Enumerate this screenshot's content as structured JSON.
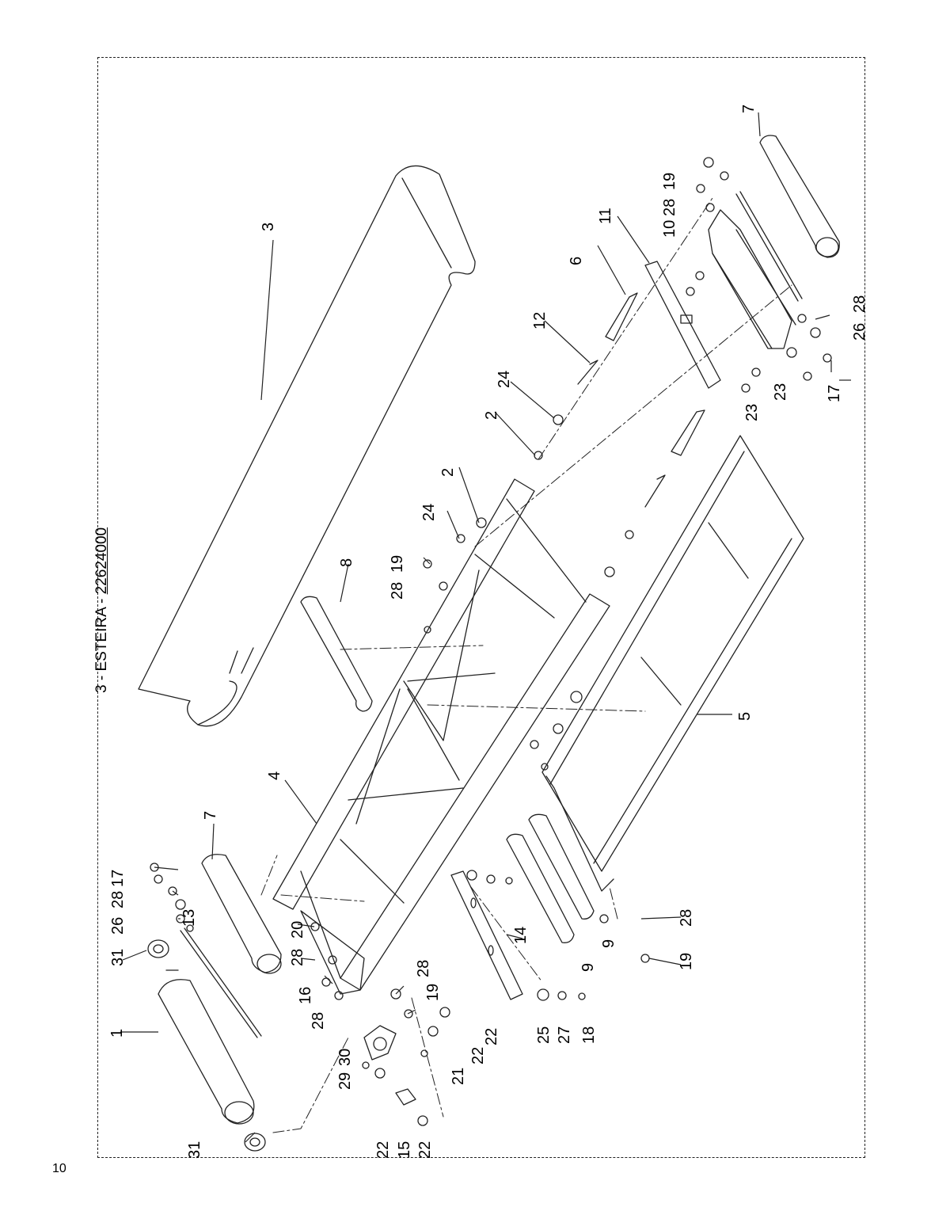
{
  "page": {
    "number": "10"
  },
  "title": {
    "prefix": "3 - ESTEIRA - ",
    "code": "22624000"
  },
  "callouts": [
    "1",
    "2",
    "2",
    "3",
    "4",
    "5",
    "6",
    "7",
    "7",
    "8",
    "9",
    "9",
    "10",
    "11",
    "12",
    "13",
    "14",
    "15",
    "16",
    "17",
    "17",
    "18",
    "19",
    "19",
    "19",
    "19",
    "20",
    "21",
    "22",
    "22",
    "22",
    "22",
    "23",
    "23",
    "24",
    "24",
    "25",
    "26",
    "26",
    "27",
    "28",
    "28",
    "28",
    "28",
    "28",
    "28",
    "28",
    "29",
    "30",
    "31",
    "31"
  ],
  "parts": {
    "p1": "1",
    "p2a": "2",
    "p2b": "2",
    "p3": "3",
    "p4": "4",
    "p5": "5",
    "p6": "6",
    "p7a": "7",
    "p7b": "7",
    "p8": "8",
    "p9a": "9",
    "p9b": "9",
    "p10": "10",
    "p11": "11",
    "p12": "12",
    "p13": "13",
    "p14": "14",
    "p15": "15",
    "p16": "16",
    "p17a": "17",
    "p17b": "17",
    "p18": "18",
    "p19a": "19",
    "p19b": "19",
    "p19c": "19",
    "p19d": "19",
    "p20": "20",
    "p21": "21",
    "p22a": "22",
    "p22b": "22",
    "p22c": "22",
    "p22d": "22",
    "p23a": "23",
    "p23b": "23",
    "p24a": "24",
    "p24b": "24",
    "p25": "25",
    "p26a": "26",
    "p26b": "26",
    "p27": "27",
    "p28a": "28",
    "p28b": "28",
    "p28c": "28",
    "p28d": "28",
    "p28e": "28",
    "p28f": "28",
    "p28g": "28",
    "p29": "29",
    "p30": "30",
    "p31a": "31",
    "p31b": "31"
  }
}
